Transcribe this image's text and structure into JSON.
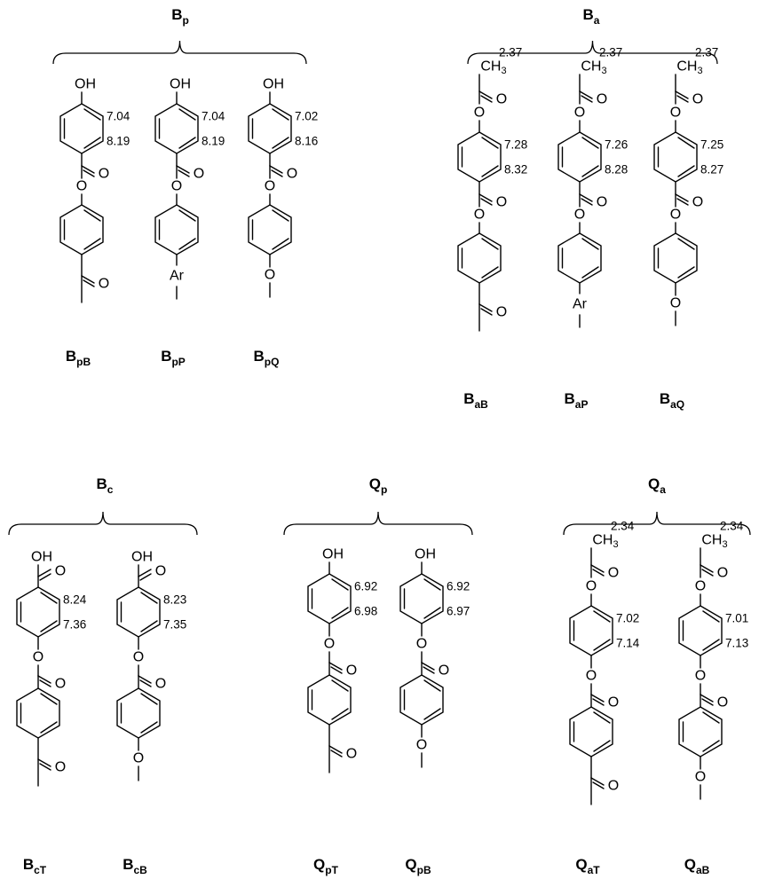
{
  "atoms": {
    "hydroxyl": "OH",
    "oxygen": "O",
    "carbon": "C",
    "hydrogen": "H",
    "hydrogen_count": "3",
    "aryl": "Ar"
  },
  "groups": [
    {
      "id": "Bp",
      "label": "B",
      "label_sub": "p",
      "structures": [
        {
          "id": "BpB",
          "label": "B",
          "label_sub": "pB",
          "top": "OH",
          "spacer": "none",
          "tail": "carbonyl",
          "shifts": [
            "7.04",
            "8.19"
          ]
        },
        {
          "id": "BpP",
          "label": "B",
          "label_sub": "pP",
          "top": "OH",
          "spacer": "none",
          "tail": "aryl",
          "shifts": [
            "7.04",
            "8.19"
          ]
        },
        {
          "id": "BpQ",
          "label": "B",
          "label_sub": "pQ",
          "top": "OH",
          "spacer": "none",
          "tail": "ether",
          "shifts": [
            "7.02",
            "8.16"
          ]
        }
      ]
    },
    {
      "id": "Ba",
      "label": "B",
      "label_sub": "a",
      "structures": [
        {
          "id": "BaB",
          "label": "B",
          "label_sub": "aB",
          "top": "acetyl",
          "methyl_shift": "2.37",
          "spacer": "none",
          "tail": "carbonyl",
          "shifts": [
            "7.28",
            "8.32"
          ]
        },
        {
          "id": "BaP",
          "label": "B",
          "label_sub": "aP",
          "top": "acetyl",
          "methyl_shift": "2.37",
          "spacer": "none",
          "tail": "aryl",
          "shifts": [
            "7.26",
            "8.28"
          ]
        },
        {
          "id": "BaQ",
          "label": "B",
          "label_sub": "aQ",
          "top": "acetyl",
          "methyl_shift": "2.37",
          "spacer": "none",
          "tail": "ether",
          "shifts": [
            "7.25",
            "8.27"
          ]
        }
      ]
    },
    {
      "id": "Bc",
      "label": "B",
      "label_sub": "c",
      "structures": [
        {
          "id": "BcT",
          "label": "B",
          "label_sub": "cT",
          "top": "COOH",
          "spacer": "oxycarbonyl",
          "tail": "carbonyl",
          "shifts": [
            "8.24",
            "7.36"
          ]
        },
        {
          "id": "BcB",
          "label": "B",
          "label_sub": "cB",
          "top": "COOH",
          "spacer": "oxycarbonyl",
          "tail": "ether",
          "shifts": [
            "8.23",
            "7.35"
          ]
        }
      ]
    },
    {
      "id": "Qp",
      "label": "Q",
      "label_sub": "p",
      "structures": [
        {
          "id": "QpT",
          "label": "Q",
          "label_sub": "pT",
          "top": "OH",
          "spacer": "oxycarbonyl",
          "tail": "carbonyl",
          "shifts": [
            "6.92",
            "6.98"
          ]
        },
        {
          "id": "QpB",
          "label": "Q",
          "label_sub": "pB",
          "top": "OH",
          "spacer": "oxycarbonyl",
          "tail": "ether",
          "shifts": [
            "6.92",
            "6.97"
          ]
        }
      ]
    },
    {
      "id": "Qa",
      "label": "Q",
      "label_sub": "a",
      "structures": [
        {
          "id": "QaT",
          "label": "Q",
          "label_sub": "aT",
          "top": "acetyl",
          "methyl_shift": "2.34",
          "spacer": "oxycarbonyl",
          "tail": "carbonyl",
          "shifts": [
            "7.02",
            "7.14"
          ]
        },
        {
          "id": "QaB",
          "label": "Q",
          "label_sub": "aB",
          "top": "acetyl",
          "methyl_shift": "2.34",
          "spacer": "oxycarbonyl",
          "tail": "ether",
          "shifts": [
            "7.01",
            "7.13"
          ]
        }
      ]
    }
  ]
}
